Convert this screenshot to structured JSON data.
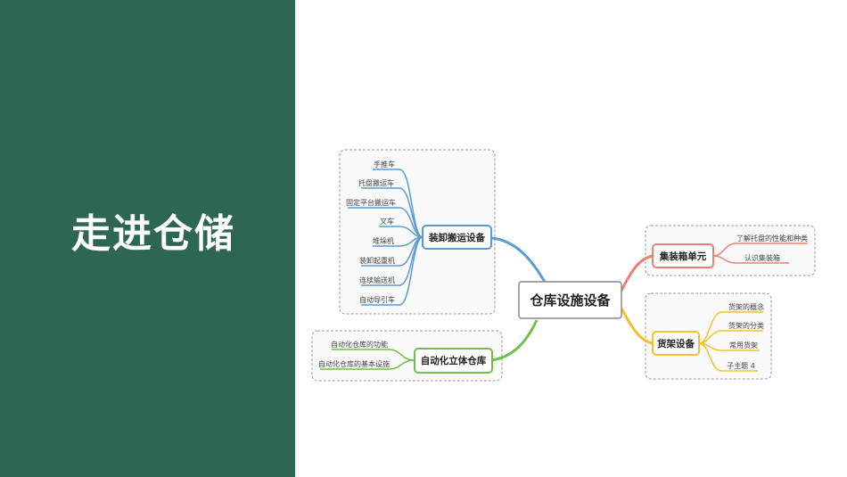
{
  "slide": {
    "title": "走进仓储",
    "panel_color": "#2e6655"
  },
  "mindmap": {
    "center": "仓库设施设备",
    "branches": [
      {
        "label": "装卸搬运设备",
        "color": "#5b9bd5",
        "children": [
          "手推车",
          "托盘搬运车",
          "固定平台搬运车",
          "叉车",
          "堆垛机",
          "装卸起重机",
          "连续输送机",
          "自动导引车"
        ]
      },
      {
        "label": "自动化立体仓库",
        "color": "#70c04a",
        "children": [
          "自动化仓库的功能",
          "自动化仓库的基本设施"
        ]
      },
      {
        "label": "集装箱单元",
        "color": "#ee7f72",
        "children": [
          "了解托盘的性能和种类",
          "认识集装箱"
        ]
      },
      {
        "label": "货架设备",
        "color": "#f2c12e",
        "children": [
          "货架的概念",
          "货架的分类",
          "常用货架",
          "子主题 4"
        ]
      }
    ]
  }
}
